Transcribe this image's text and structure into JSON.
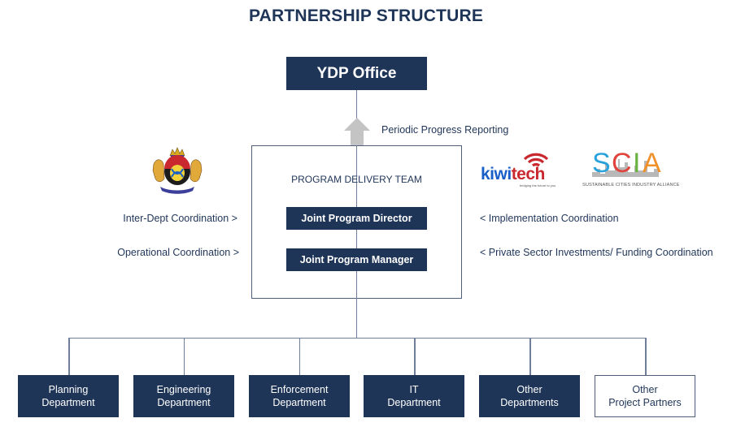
{
  "title": "PARTNERSHIP STRUCTURE",
  "top_node": {
    "label": "YDP Office"
  },
  "reporting": {
    "label": "Periodic Progress Reporting",
    "arrow_icon": "up-arrow-icon"
  },
  "program_team": {
    "label": "PROGRAM DELIVERY TEAM",
    "roles": [
      {
        "label": "Joint Program Director"
      },
      {
        "label": "Joint Program Manager"
      }
    ]
  },
  "left_coordination": [
    {
      "label": "Inter-Dept Coordination >"
    },
    {
      "label": "Operational Coordination >"
    }
  ],
  "right_coordination": [
    {
      "label": "< Implementation Coordination"
    },
    {
      "label": "< Private Sector Investments/ Funding Coordination"
    }
  ],
  "logos": {
    "government_crest": {
      "name": "state-crest-logo"
    },
    "kiwitech": {
      "part1": "kiwi",
      "part2": "tech",
      "tagline": "bridging the future to you"
    },
    "scia": {
      "letters": [
        "S",
        "C",
        "I",
        "A"
      ],
      "tagline": "SUSTAINABLE CITIES INDUSTRY ALLIANCE"
    }
  },
  "departments": [
    {
      "line1": "Planning",
      "line2": "Department",
      "style": "filled"
    },
    {
      "line1": "Engineering",
      "line2": "Department",
      "style": "filled"
    },
    {
      "line1": "Enforcement",
      "line2": "Department",
      "style": "filled"
    },
    {
      "line1": "IT",
      "line2": "Department",
      "style": "filled"
    },
    {
      "line1": "Other",
      "line2": "Departments",
      "style": "filled"
    },
    {
      "line1": "Other",
      "line2": "Project Partners",
      "style": "outline"
    }
  ],
  "colors": {
    "navy": "#1f3558",
    "connector": "#6f7f99",
    "arrow": "#c4c4c4",
    "kiwi_blue": "#1a5fc8",
    "kiwi_red": "#c8282e"
  }
}
